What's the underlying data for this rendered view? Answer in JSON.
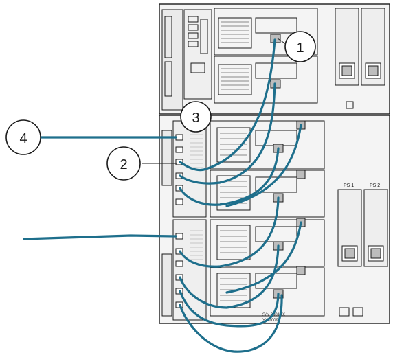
{
  "callouts": [
    {
      "id": "1",
      "label": "1"
    },
    {
      "id": "2",
      "label": "2"
    },
    {
      "id": "3",
      "label": "3"
    },
    {
      "id": "4",
      "label": "4"
    }
  ],
  "psu_labels": {
    "ps1": "PS 1",
    "ps2": "PS 2"
  },
  "module_label": {
    "line1": "S/N 0001XX",
    "line2": "YY-2009"
  },
  "colors": {
    "cable": "#1e6f8c",
    "cable_dark": "#0f4a63",
    "outline": "#1a1a1a",
    "panel": "#f4f4f4",
    "shade": "#bdbdbd"
  }
}
